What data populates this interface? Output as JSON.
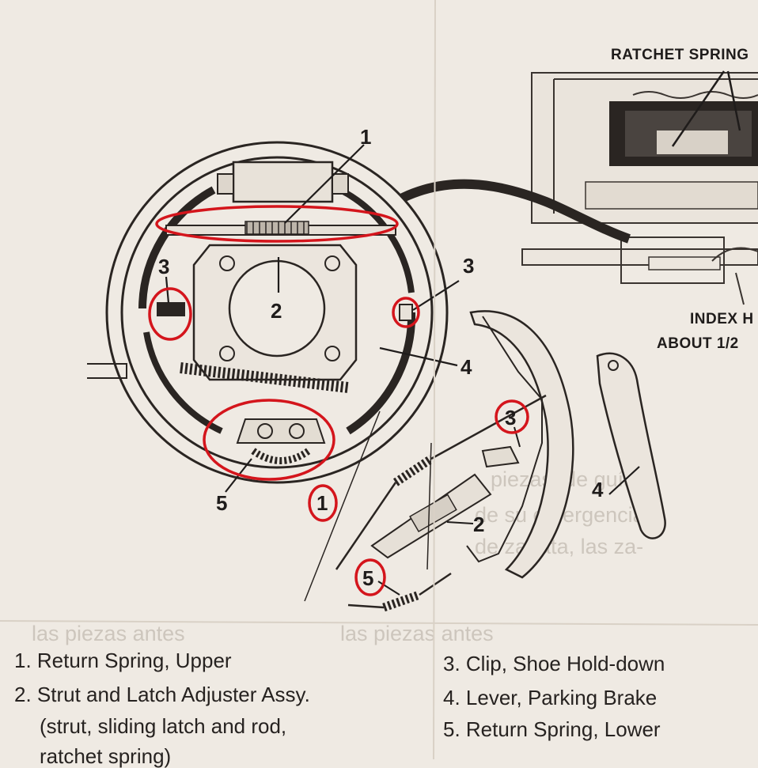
{
  "diagram": {
    "callouts": {
      "c1_top": "1",
      "c2_strut": "2",
      "c3_left": "3",
      "c3_right": "3",
      "c4_lever": "4",
      "c5_bottom": "5",
      "c3_circled": "3",
      "c1_circled": "1",
      "c2_part": "2",
      "c4_shoe": "4",
      "c5_circled": "5"
    },
    "inset": {
      "ratchet_label": "RATCHET SPRING",
      "index_label_1": "INDEX H",
      "index_label_2": "ABOUT 1/2"
    },
    "highlight_color": "#d4151c"
  },
  "legend": {
    "item1": "1. Return Spring, Upper",
    "item2": "2. Strut and Latch Adjuster Assy.",
    "item2_sub1": "(strut, sliding latch and rod,",
    "item2_sub2": "ratchet spring)",
    "item3": "3. Clip, Shoe Hold-down",
    "item4": "4. Lever, Parking Brake",
    "item5": "5. Return Spring, Lower"
  }
}
